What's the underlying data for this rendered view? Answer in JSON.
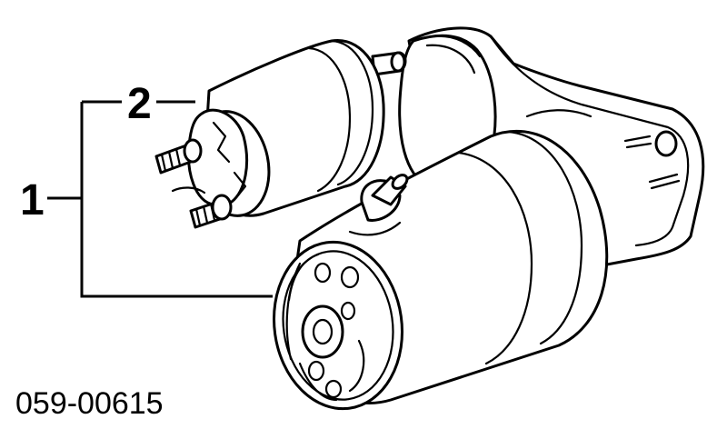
{
  "callouts": [
    {
      "number": "1",
      "part": "starter-assembly"
    },
    {
      "number": "2",
      "part": "solenoid-switch"
    }
  ],
  "part_code": "059-00615"
}
